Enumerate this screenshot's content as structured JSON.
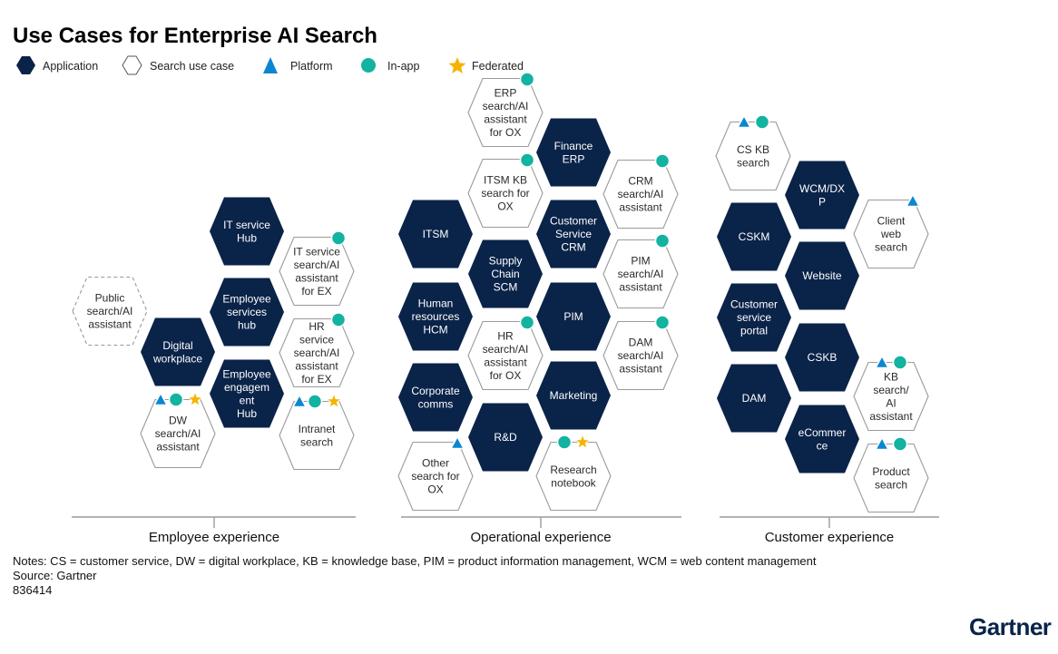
{
  "title": "Use Cases for Enterprise AI Search",
  "colors": {
    "application": "#0a2349",
    "search_outline": "#9a9a9a",
    "platform": "#0b86d1",
    "in_app": "#12b3a0",
    "federated": "#f5b400"
  },
  "legend": [
    {
      "icon": "application-hex-icon",
      "label": "Application"
    },
    {
      "icon": "search-use-case-hex-icon",
      "label": "Search use case"
    },
    {
      "icon": "platform-triangle-icon",
      "label": "Platform"
    },
    {
      "icon": "in-app-circle-icon",
      "label": "In-app"
    },
    {
      "icon": "federated-star-icon",
      "label": "Federated"
    }
  ],
  "groups": [
    {
      "label": "Employee experience",
      "cells": [
        {
          "id": "public-search",
          "type": "search",
          "dashed": true,
          "lines": [
            "Public",
            "search/AI",
            "assistant"
          ],
          "badges": []
        },
        {
          "id": "digital-workplace",
          "type": "application",
          "lines": [
            "Digital",
            "workplace"
          ],
          "badges": []
        },
        {
          "id": "dw-search",
          "type": "search",
          "lines": [
            "DW",
            "search/AI",
            "assistant"
          ],
          "badges": [
            "platform",
            "in-app",
            "federated"
          ]
        },
        {
          "id": "it-service-hub",
          "type": "application",
          "lines": [
            "IT service",
            "Hub"
          ],
          "badges": []
        },
        {
          "id": "employee-services-hub",
          "type": "application",
          "lines": [
            "Employee",
            "services",
            "hub"
          ],
          "badges": []
        },
        {
          "id": "employee-engagement-hub",
          "type": "application",
          "lines": [
            "Employee",
            "engagem",
            "ent",
            "Hub"
          ],
          "badges": []
        },
        {
          "id": "it-service-search",
          "type": "search",
          "lines": [
            "IT service",
            "search/AI",
            "assistant",
            "for EX"
          ],
          "badges": [
            "in-app"
          ]
        },
        {
          "id": "hr-service-search",
          "type": "search",
          "lines": [
            "HR",
            "service",
            "search/AI",
            "assistant",
            "for EX"
          ],
          "badges": [
            "in-app"
          ]
        },
        {
          "id": "intranet-search",
          "type": "search",
          "lines": [
            "Intranet",
            "search"
          ],
          "badges": [
            "platform",
            "in-app",
            "federated"
          ]
        }
      ]
    },
    {
      "label": "Operational experience",
      "cells": [
        {
          "id": "erp-search",
          "type": "search",
          "lines": [
            "ERP",
            "search/AI",
            "assistant",
            "for OX"
          ],
          "badges": [
            "in-app"
          ]
        },
        {
          "id": "finance-erp",
          "type": "application",
          "lines": [
            "Finance",
            "ERP"
          ],
          "badges": []
        },
        {
          "id": "itsm-kb-search",
          "type": "search",
          "lines": [
            "ITSM KB",
            "search for",
            "OX"
          ],
          "badges": [
            "in-app"
          ]
        },
        {
          "id": "crm-search",
          "type": "search",
          "lines": [
            "CRM",
            "search/AI",
            "assistant"
          ],
          "badges": [
            "in-app"
          ]
        },
        {
          "id": "itsm",
          "type": "application",
          "lines": [
            "ITSM"
          ],
          "badges": []
        },
        {
          "id": "customer-service-crm",
          "type": "application",
          "lines": [
            "Customer",
            "Service",
            "CRM"
          ],
          "badges": []
        },
        {
          "id": "supply-chain-scm",
          "type": "application",
          "lines": [
            "Supply",
            "Chain",
            "SCM"
          ],
          "badges": []
        },
        {
          "id": "pim-search",
          "type": "search",
          "lines": [
            "PIM",
            "search/AI",
            "assistant"
          ],
          "badges": [
            "in-app"
          ]
        },
        {
          "id": "human-resources-hcm",
          "type": "application",
          "lines": [
            "Human",
            "resources",
            "HCM"
          ],
          "badges": []
        },
        {
          "id": "pim",
          "type": "application",
          "lines": [
            "PIM"
          ],
          "badges": []
        },
        {
          "id": "hr-search-ox",
          "type": "search",
          "lines": [
            "HR",
            "search/AI",
            "assistant",
            "for OX"
          ],
          "badges": [
            "in-app"
          ]
        },
        {
          "id": "dam-search",
          "type": "search",
          "lines": [
            "DAM",
            "search/AI",
            "assistant"
          ],
          "badges": [
            "in-app"
          ]
        },
        {
          "id": "corporate-comms",
          "type": "application",
          "lines": [
            "Corporate",
            "comms"
          ],
          "badges": []
        },
        {
          "id": "marketing",
          "type": "application",
          "lines": [
            "Marketing"
          ],
          "badges": []
        },
        {
          "id": "rd",
          "type": "application",
          "lines": [
            "R&D"
          ],
          "badges": []
        },
        {
          "id": "other-search-ox",
          "type": "search",
          "lines": [
            "Other",
            "search for",
            "OX"
          ],
          "badges": [
            "platform"
          ]
        },
        {
          "id": "research-notebook",
          "type": "search",
          "lines": [
            "Research",
            "notebook"
          ],
          "badges": [
            "in-app",
            "federated"
          ]
        }
      ]
    },
    {
      "label": "Customer experience",
      "cells": [
        {
          "id": "cs-kb-search",
          "type": "search",
          "lines": [
            "CS KB",
            "search"
          ],
          "badges": [
            "platform",
            "in-app"
          ]
        },
        {
          "id": "wcm-dxp",
          "type": "application",
          "lines": [
            "WCM/DX",
            "P"
          ],
          "badges": []
        },
        {
          "id": "cskm",
          "type": "application",
          "lines": [
            "CSKM"
          ],
          "badges": []
        },
        {
          "id": "client-web-search",
          "type": "search",
          "lines": [
            "Client",
            "web",
            "search"
          ],
          "badges": [
            "platform"
          ]
        },
        {
          "id": "website",
          "type": "application",
          "lines": [
            "Website"
          ],
          "badges": []
        },
        {
          "id": "customer-service-portal",
          "type": "application",
          "lines": [
            "Customer",
            "service",
            "portal"
          ],
          "badges": []
        },
        {
          "id": "cskb",
          "type": "application",
          "lines": [
            "CSKB"
          ],
          "badges": []
        },
        {
          "id": "dam",
          "type": "application",
          "lines": [
            "DAM"
          ],
          "badges": []
        },
        {
          "id": "kb-search",
          "type": "search",
          "lines": [
            "KB",
            "search/",
            "AI",
            "assistant"
          ],
          "badges": [
            "platform",
            "in-app"
          ]
        },
        {
          "id": "ecommerce",
          "type": "application",
          "lines": [
            "eCommer",
            "ce"
          ],
          "badges": []
        },
        {
          "id": "product-search",
          "type": "search",
          "lines": [
            "Product",
            "search"
          ],
          "badges": [
            "platform",
            "in-app"
          ]
        }
      ]
    }
  ],
  "footer": {
    "notes": "Notes: CS = customer service, DW = digital workplace, KB = knowledge base, PIM = product information management, WCM = web content management",
    "source": "Source: Gartner",
    "id": "836414",
    "logo": "Gartner"
  }
}
